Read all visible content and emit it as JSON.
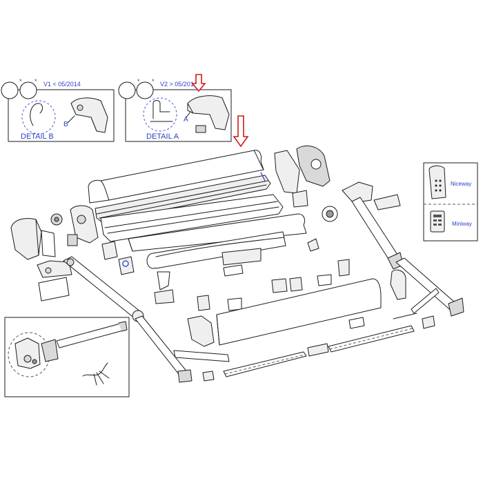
{
  "detail_b": {
    "version": "V1 < 05/2014",
    "title": "DETAIL B",
    "letter": "B",
    "star": "*"
  },
  "detail_a": {
    "version": "V2 > 05/2014",
    "title": "DETAIL A",
    "letter": "A",
    "star": "*"
  },
  "remotes": {
    "top_label": "Niceway",
    "bottom_label": "Miniway"
  },
  "colors": {
    "label_blue": "#2b3fc4",
    "arrow_red": "#d01818",
    "bolt_blue": "#3a57d9"
  }
}
